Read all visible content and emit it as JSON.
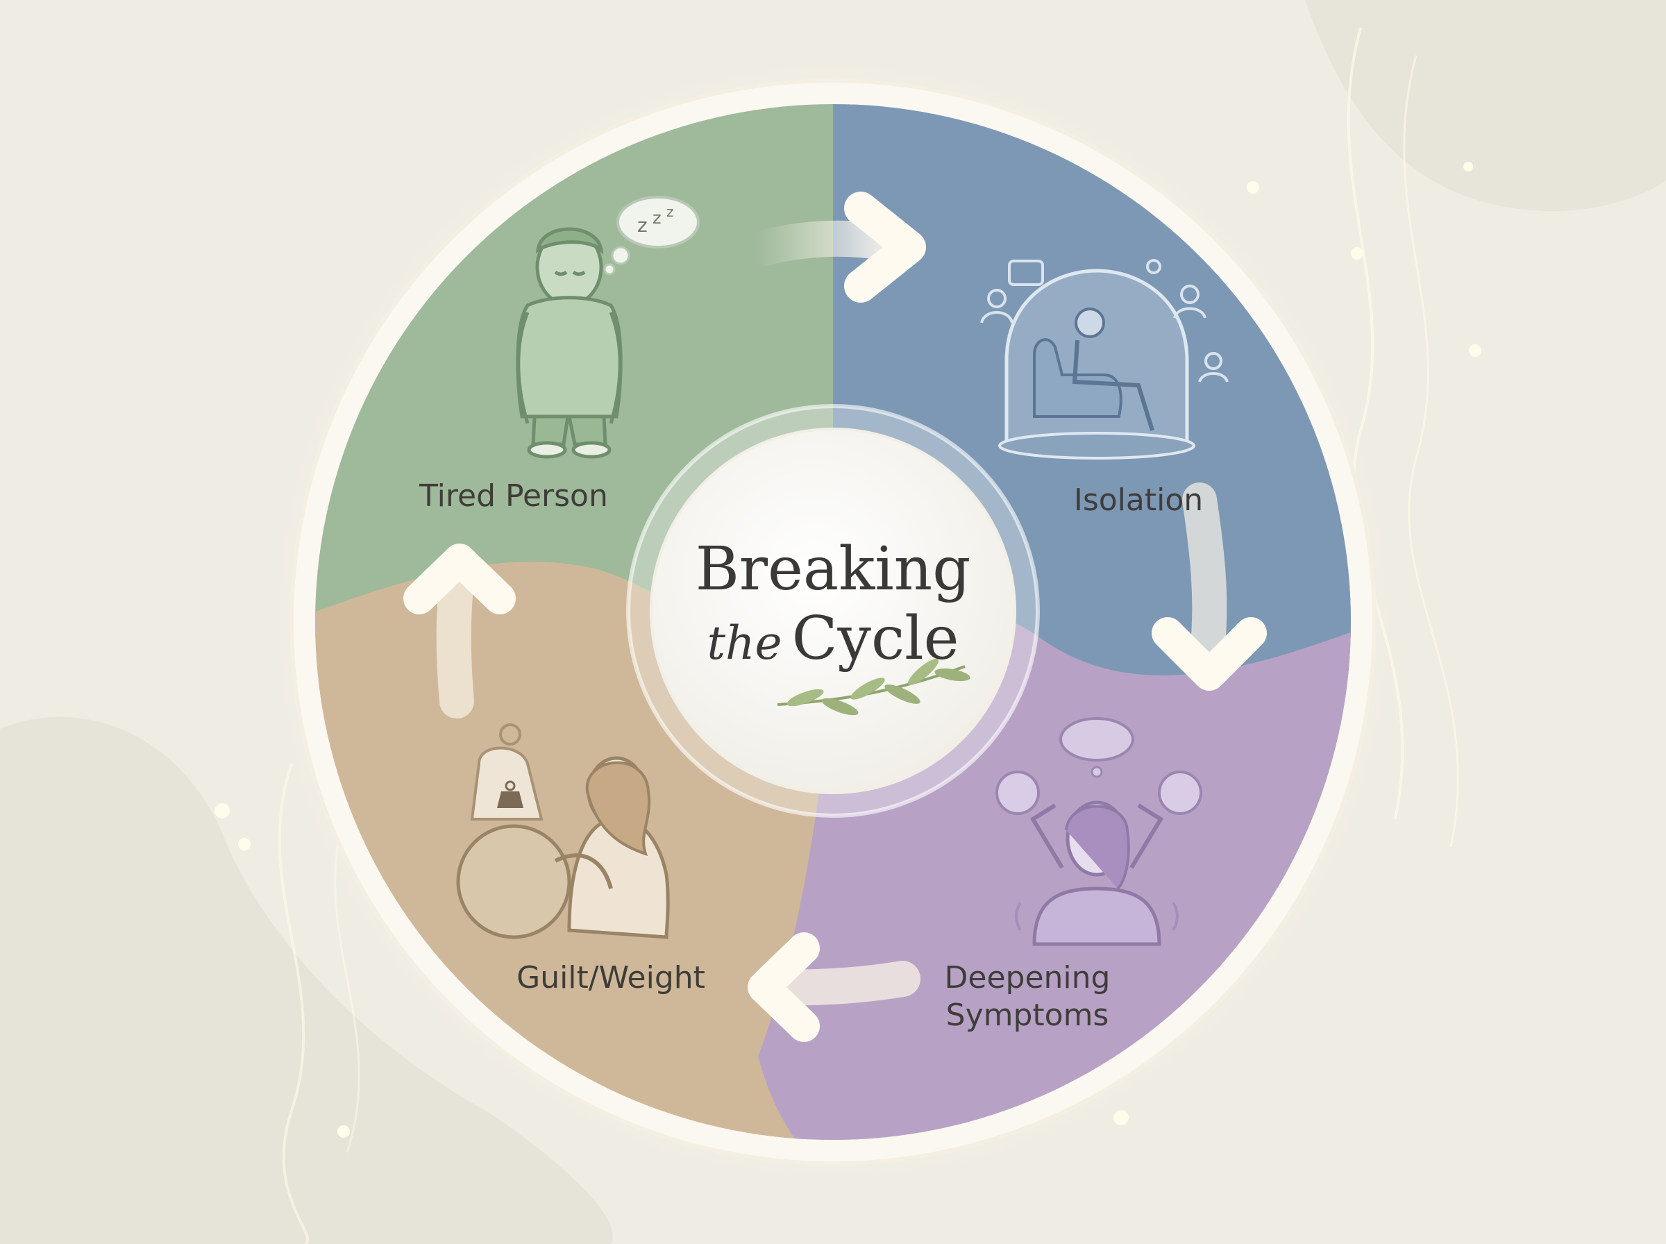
{
  "title": {
    "line1": "Breaking",
    "line2_emphasis": "the",
    "line2_rest": "Cycle"
  },
  "stages": [
    {
      "label": "Tired Person",
      "color": "#9fb99b",
      "icon": "tired-person-icon"
    },
    {
      "label": "Isolation",
      "color": "#7d98b4",
      "icon": "isolation-bubble-icon"
    },
    {
      "label": "Deepening",
      "label2": "Symptoms",
      "color": "#b7a2c6",
      "icon": "stressed-person-icon"
    },
    {
      "label": "Guilt/Weight",
      "color": "#cfb899",
      "icon": "guilt-weight-icon"
    }
  ],
  "icons": {
    "sleep_bubble": "zzz-thought-icon",
    "weight_symbol": "weight-icon",
    "leaf": "olive-branch-icon"
  },
  "colors": {
    "background": "#efece4",
    "ring": "#fbf8f1",
    "center": "#fdfcf8",
    "text": "#3f3d3a"
  }
}
